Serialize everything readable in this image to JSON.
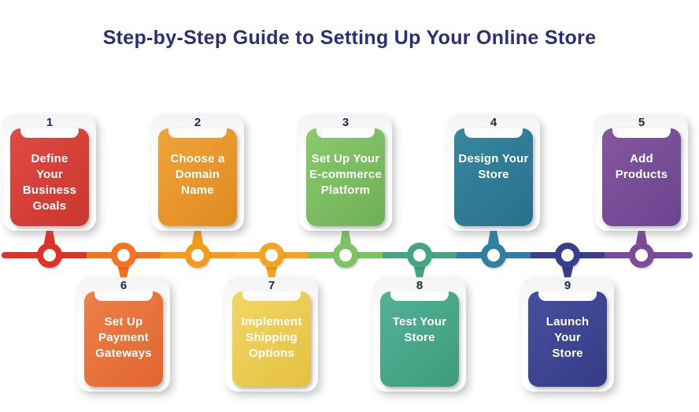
{
  "title": {
    "text": "Step-by-Step Guide to Setting Up Your Online Store",
    "color": "#2B2F75"
  },
  "colors": {
    "background": "#FFFFFF",
    "number_text": "#1F2A4A",
    "card_text": "#FFFFFF",
    "frame": "#FFFFFF"
  },
  "steps": [
    {
      "number": "1",
      "row": "top",
      "label": "Define Your Business Goals",
      "lines": [
        "Define",
        "Your",
        "Business",
        "Goals"
      ],
      "card_from": "#DF4A42",
      "card_to": "#CB362E",
      "node": "#E03128"
    },
    {
      "number": "6",
      "row": "bottom",
      "label": "Set Up Payment Gateways",
      "lines": [
        "Set Up",
        "Payment",
        "Gateways"
      ],
      "card_from": "#EE8048",
      "card_to": "#E0662F",
      "node": "#F3731E"
    },
    {
      "number": "2",
      "row": "top",
      "label": "Choose a Domain Name",
      "lines": [
        "Choose a",
        "Domain",
        "Name"
      ],
      "card_from": "#F0A43A",
      "card_to": "#E08A1F",
      "node": "#F59B1C"
    },
    {
      "number": "7",
      "row": "bottom",
      "label": "Implement Shipping Options",
      "lines": [
        "Implement",
        "Shipping",
        "Options"
      ],
      "card_from": "#F2D765",
      "card_to": "#E5C041",
      "node": "#F5A321"
    },
    {
      "number": "3",
      "row": "top",
      "label": "Set Up Your E-commerce Platform",
      "lines": [
        "Set Up Your",
        "E-commerce",
        "Platform"
      ],
      "card_from": "#8BCA70",
      "card_to": "#6DB052",
      "node": "#7CC463"
    },
    {
      "number": "8",
      "row": "bottom",
      "label": "Test Your Store",
      "lines": [
        "Test Your",
        "Store"
      ],
      "card_from": "#53B294",
      "card_to": "#3E9C7C",
      "node": "#44A584"
    },
    {
      "number": "4",
      "row": "top",
      "label": "Design Your Store",
      "lines": [
        "Design Your",
        "Store"
      ],
      "card_from": "#37879F",
      "card_to": "#28708E",
      "node": "#2E81A0"
    },
    {
      "number": "9",
      "row": "bottom",
      "label": "Launch Your Store",
      "lines": [
        "Launch",
        "Your",
        "Store"
      ],
      "card_from": "#484F9F",
      "card_to": "#353C85",
      "node": "#3A3F8C"
    },
    {
      "number": "5",
      "row": "top",
      "label": "Add Products",
      "lines": [
        "Add",
        "Products"
      ],
      "card_from": "#84589F",
      "card_to": "#6D4390",
      "node": "#7B4A9B"
    }
  ]
}
